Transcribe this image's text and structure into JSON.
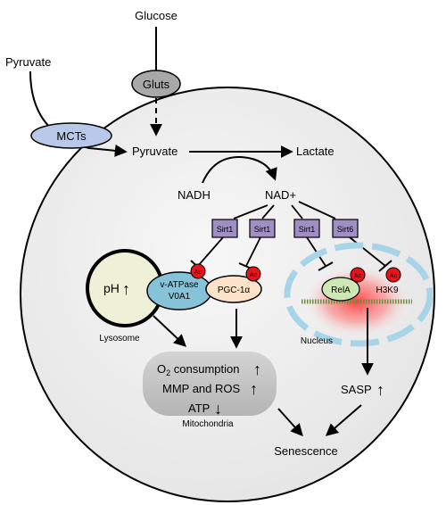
{
  "labels": {
    "glucose": "Glucose",
    "pyruvate_outside": "Pyruvate",
    "gluts": "Gluts",
    "mcts": "MCTs",
    "pyruvate_inside": "Pyruvate",
    "lactate": "Lactate",
    "nadh": "NADH",
    "nad_plus": "NAD+",
    "sirt1_a": "Sirt1",
    "sirt1_b": "Sirt1",
    "sirt1_c": "Sirt1",
    "sirt6": "Sirt6",
    "ph": "pH",
    "lysosome": "Lysosome",
    "vatpase_line1": "v-ATPase",
    "vatpase_line2": "V0A1",
    "pgc1a": "PGC-1α",
    "rela": "RelA",
    "h3k9": "H3K9",
    "nucleus": "Nucleus",
    "o2_main": "O",
    "o2_sub": "2",
    "o2_rest": " consumption",
    "mmp_ros": "MMP and ROS",
    "atp": "ATP",
    "mitochondria": "Mitochondria",
    "sasp": "SASP",
    "senescence": "Senescence",
    "ac": "Ac",
    "up_arrow": "↑",
    "down_arrow": "↓"
  },
  "colors": {
    "cell_fill": "#f0f0f0",
    "gluts_fill": "#a8a8a8",
    "mcts_fill": "#b7c8e8",
    "sirt_fill": "#9f8fc4",
    "lysosome_fill": "#eef0d8",
    "vatpase_fill": "#86c3d8",
    "pgc_fill": "#fbe2c8",
    "ac_fill": "#e8141a",
    "nucleus_dash": "#a8d4e8",
    "chromatin_glow": "#ff5050",
    "mito_fill": "#c4c4c4",
    "rela_fill": "#cfe7b4"
  }
}
